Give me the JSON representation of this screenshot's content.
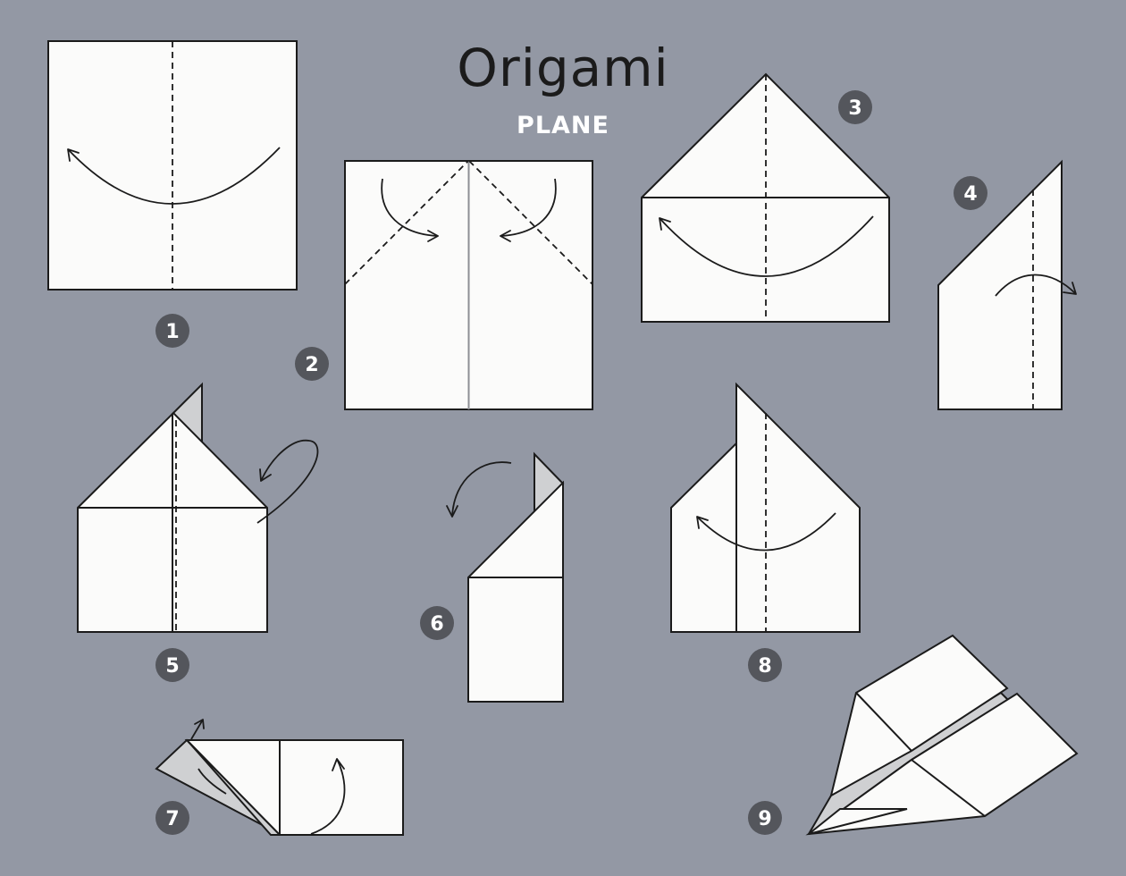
{
  "header": {
    "title": "Origami",
    "subtitle": "PLANE"
  },
  "steps": [
    {
      "number": "1"
    },
    {
      "number": "2"
    },
    {
      "number": "3"
    },
    {
      "number": "4"
    },
    {
      "number": "5"
    },
    {
      "number": "6"
    },
    {
      "number": "7"
    },
    {
      "number": "8"
    },
    {
      "number": "9"
    }
  ],
  "colors": {
    "background": "#9398a4",
    "paper": "#fbfbfa",
    "paper_back": "#cfd0d2",
    "badge": "#54565c",
    "line": "#1b1b1b"
  }
}
